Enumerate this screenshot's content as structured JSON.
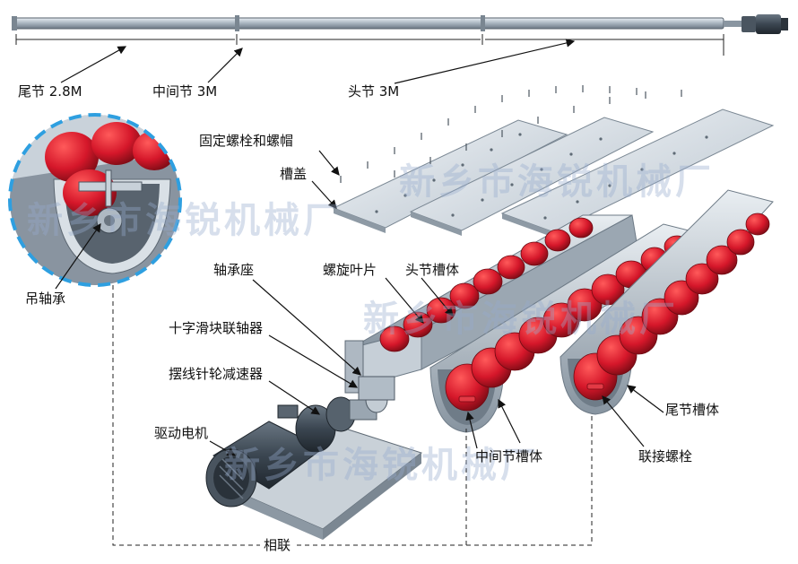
{
  "section_labels": {
    "tail": "尾节 2.8M",
    "middle": "中间节 3M",
    "head": "头节 3M"
  },
  "part_labels": {
    "bolts_nuts": "固定螺栓和螺帽",
    "trough_cover": "槽盖",
    "hanger_bearing": "吊轴承",
    "bearing_seat": "轴承座",
    "cross_slider_coupling": "十字滑块联轴器",
    "cycloidal_reducer": "摆线针轮减速器",
    "drive_motor": "驱动电机",
    "spiral_blade": "螺旋叶片",
    "head_trough": "头节槽体",
    "middle_trough": "中间节槽体",
    "tail_trough": "尾节槽体",
    "connecting_bolt": "联接螺栓",
    "related": "相联"
  },
  "watermark": "新乡市海锐机械厂",
  "colors": {
    "steel_light": "#dfe6ec",
    "steel_mid": "#9aa6b1",
    "steel_dark": "#5f6b76",
    "flight_red": "#d5172a",
    "flight_dark": "#7e0e18",
    "inset_border": "#2e9fe0",
    "motor_dark": "#3b4651"
  }
}
